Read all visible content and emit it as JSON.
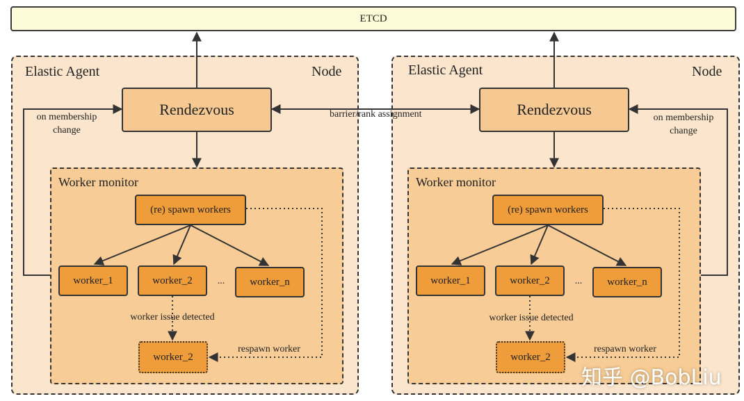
{
  "etcd": {
    "label": "ETCD"
  },
  "agents": [
    {
      "agent_label": "Elastic Agent",
      "node_label": "Node",
      "rendezvous": "Rendezvous",
      "membership_label": "on membership\nchange",
      "monitor_label": "Worker monitor",
      "spawn": "(re) spawn workers",
      "workers": [
        "worker_1",
        "worker_2",
        "worker_n"
      ],
      "ellipsis": "...",
      "issue_label": "worker issue detected",
      "respawn_label": "respawn worker",
      "respawned": "worker_2"
    },
    {
      "agent_label": "Elastic Agent",
      "node_label": "Node",
      "rendezvous": "Rendezvous",
      "membership_label": "on membership\nchange",
      "monitor_label": "Worker monitor",
      "spawn": "(re) spawn workers",
      "workers": [
        "worker_1",
        "worker_2",
        "worker_n"
      ],
      "ellipsis": "...",
      "issue_label": "worker issue detected",
      "respawn_label": "respawn worker",
      "respawned": "worker_2"
    }
  ],
  "barrier_label": "barrier/rank assignment",
  "watermark": "知乎 @BobLiu"
}
